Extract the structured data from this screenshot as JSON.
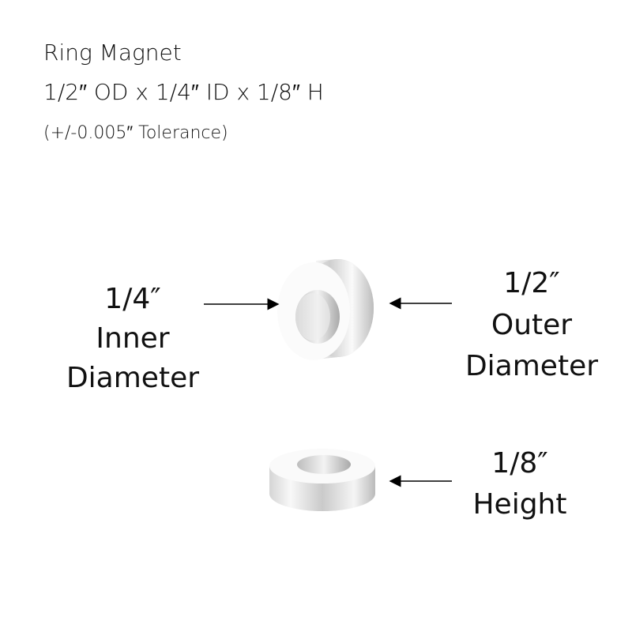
{
  "title": {
    "line1": "Ring Magnet",
    "line2": "1/2″ OD x 1/4″ ID x 1/8″ H",
    "line3": "(+/-0.005″ Tolerance)"
  },
  "labels": {
    "inner": {
      "value": "1/4″",
      "line1": "Inner",
      "line2": "Diameter"
    },
    "outer": {
      "value": "1/2″",
      "line1": "Outer",
      "line2": "Diameter"
    },
    "height": {
      "value": "1/8″",
      "line1": "Height"
    }
  }
}
